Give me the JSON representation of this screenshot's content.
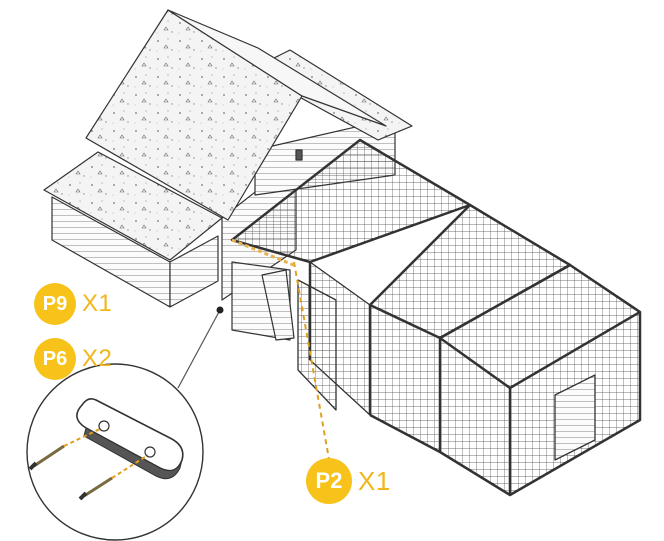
{
  "callouts": [
    {
      "id": "p9",
      "part": "P9",
      "quantity": "X1"
    },
    {
      "id": "p6",
      "part": "P6",
      "quantity": "X2"
    },
    {
      "id": "p2",
      "part": "P2",
      "quantity": "X1"
    }
  ],
  "colors": {
    "badge": "#f7c21a",
    "quantity_text": "#f2b51a",
    "line_art": "#333333",
    "guide_dash": "#e0a020"
  }
}
